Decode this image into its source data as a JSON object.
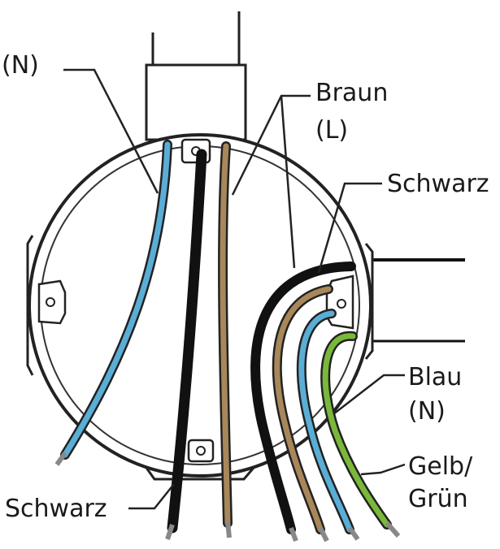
{
  "labels": {
    "top_left_n": "(N)",
    "braun": "Braun",
    "braun_l": "(L)",
    "schwarz_right": "Schwarz",
    "blau": "Blau",
    "blau_n": "(N)",
    "gelb": "Gelb/",
    "gruen": "Grün",
    "schwarz_bottom": "Schwarz"
  },
  "colors": {
    "blue": "#5aaed6",
    "brown": "#a8875a",
    "black": "#111111",
    "green_yellow": "#7ab83a",
    "box_outline": "#2a2a2a",
    "label_text": "#1a1a1a"
  }
}
